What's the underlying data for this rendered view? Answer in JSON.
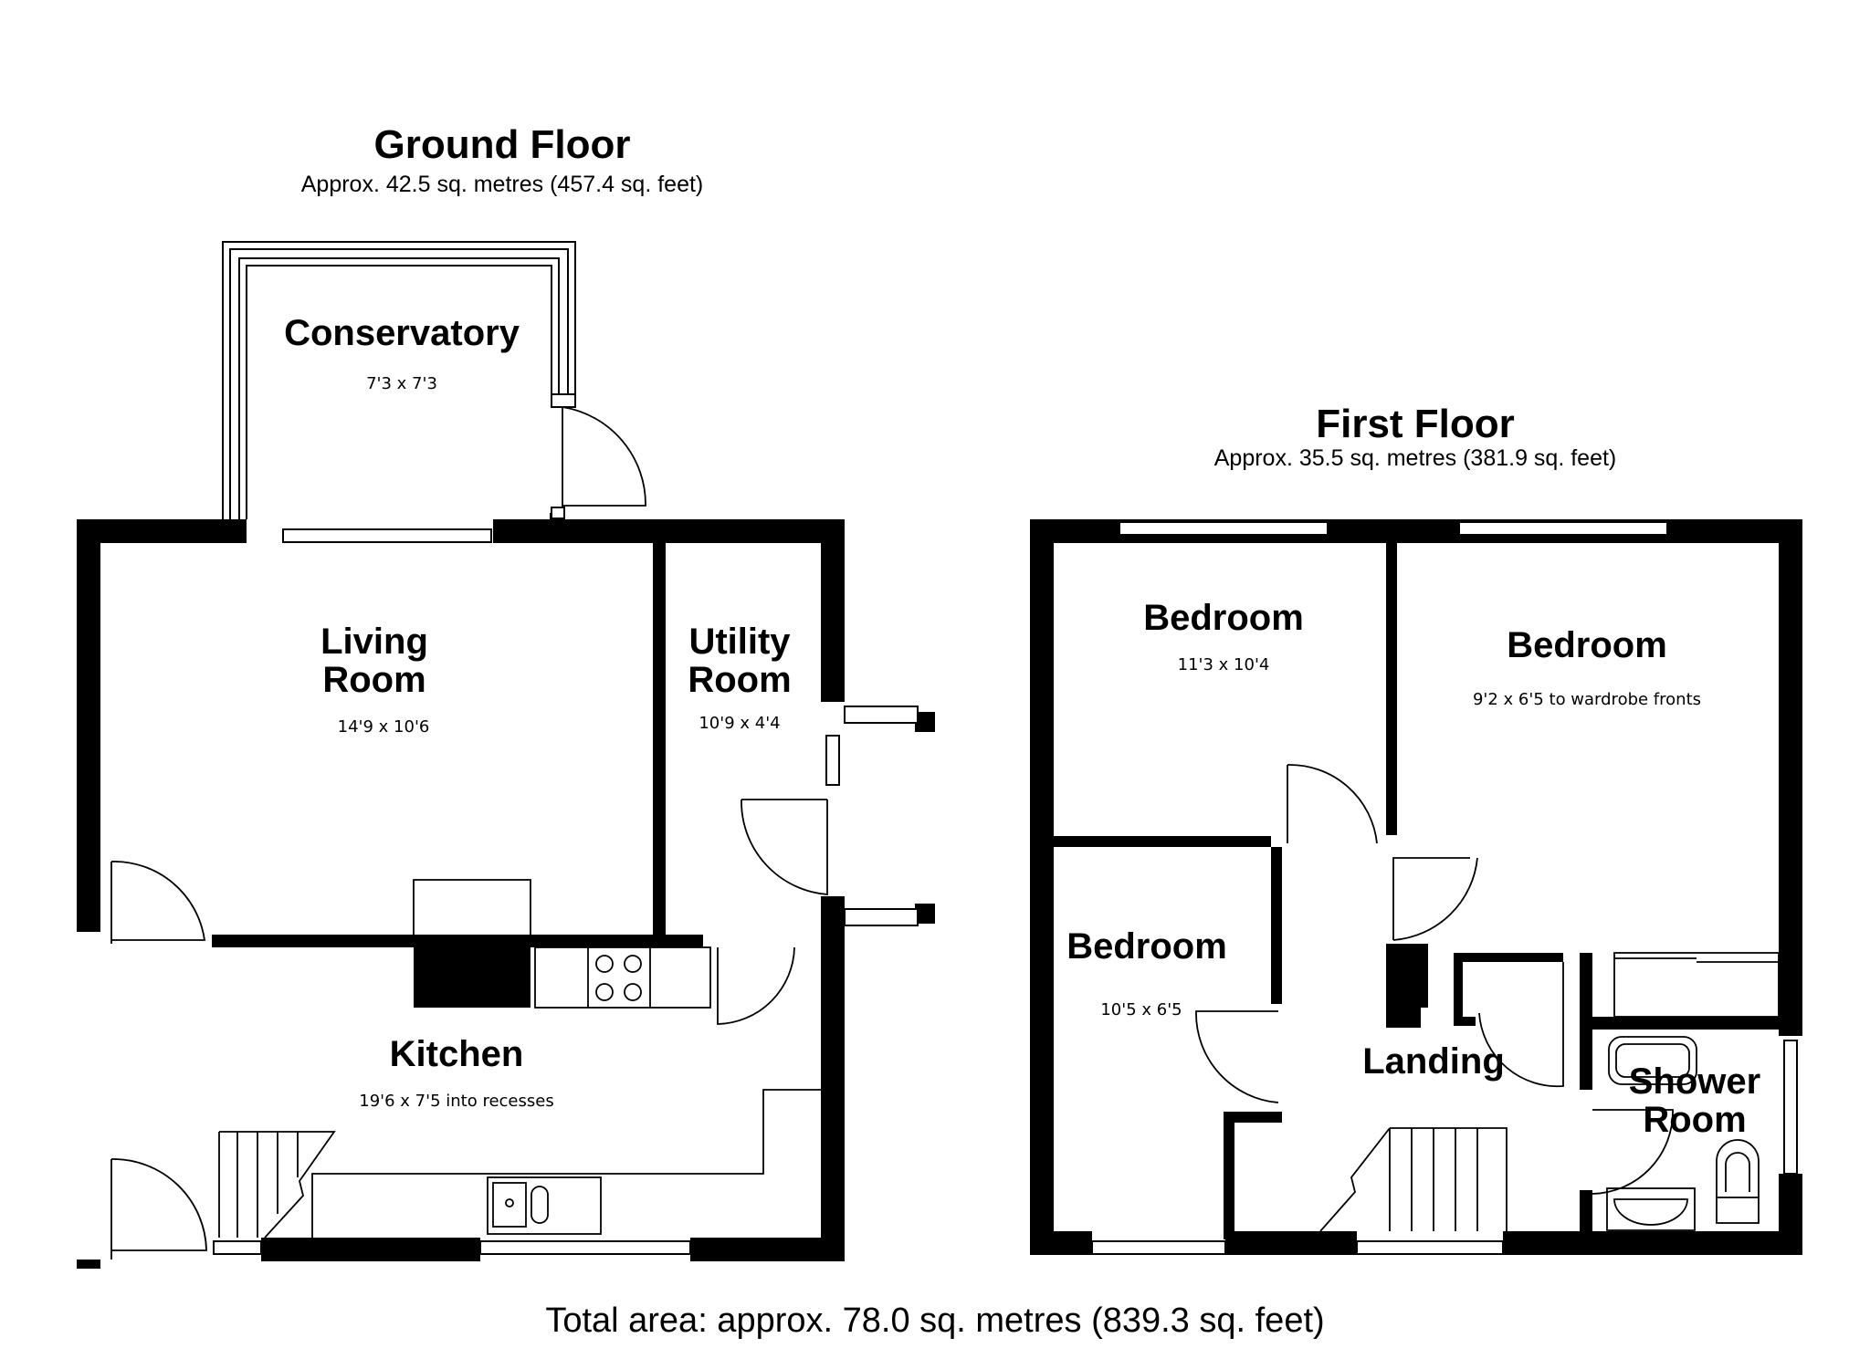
{
  "ground_floor": {
    "title": "Ground Floor",
    "area": "Approx. 42.5 sq. metres (457.4 sq. feet)",
    "rooms": {
      "conservatory": {
        "name": "Conservatory",
        "dims": "7'3 x 7'3"
      },
      "living_room": {
        "name_line1": "Living",
        "name_line2": "Room",
        "dims": "14'9 x 10'6"
      },
      "utility_room": {
        "name_line1": "Utility",
        "name_line2": "Room",
        "dims": "10'9 x 4'4"
      },
      "kitchen": {
        "name": "Kitchen",
        "dims": "19'6 x 7'5 into recesses"
      }
    }
  },
  "first_floor": {
    "title": "First Floor",
    "area": "Approx. 35.5 sq. metres (381.9 sq. feet)",
    "rooms": {
      "bedroom_1": {
        "name": "Bedroom",
        "dims": "11'3 x 10'4"
      },
      "bedroom_2": {
        "name": "Bedroom",
        "dims": "9'2 x 6'5 to wardrobe fronts"
      },
      "bedroom_3": {
        "name": "Bedroom",
        "dims": "10'5 x 6'5"
      },
      "landing": {
        "name": "Landing"
      },
      "shower_room": {
        "name_line1": "Shower",
        "name_line2": "Room"
      }
    }
  },
  "total_area": "Total area: approx. 78.0 sq. metres (839.3 sq. feet)"
}
